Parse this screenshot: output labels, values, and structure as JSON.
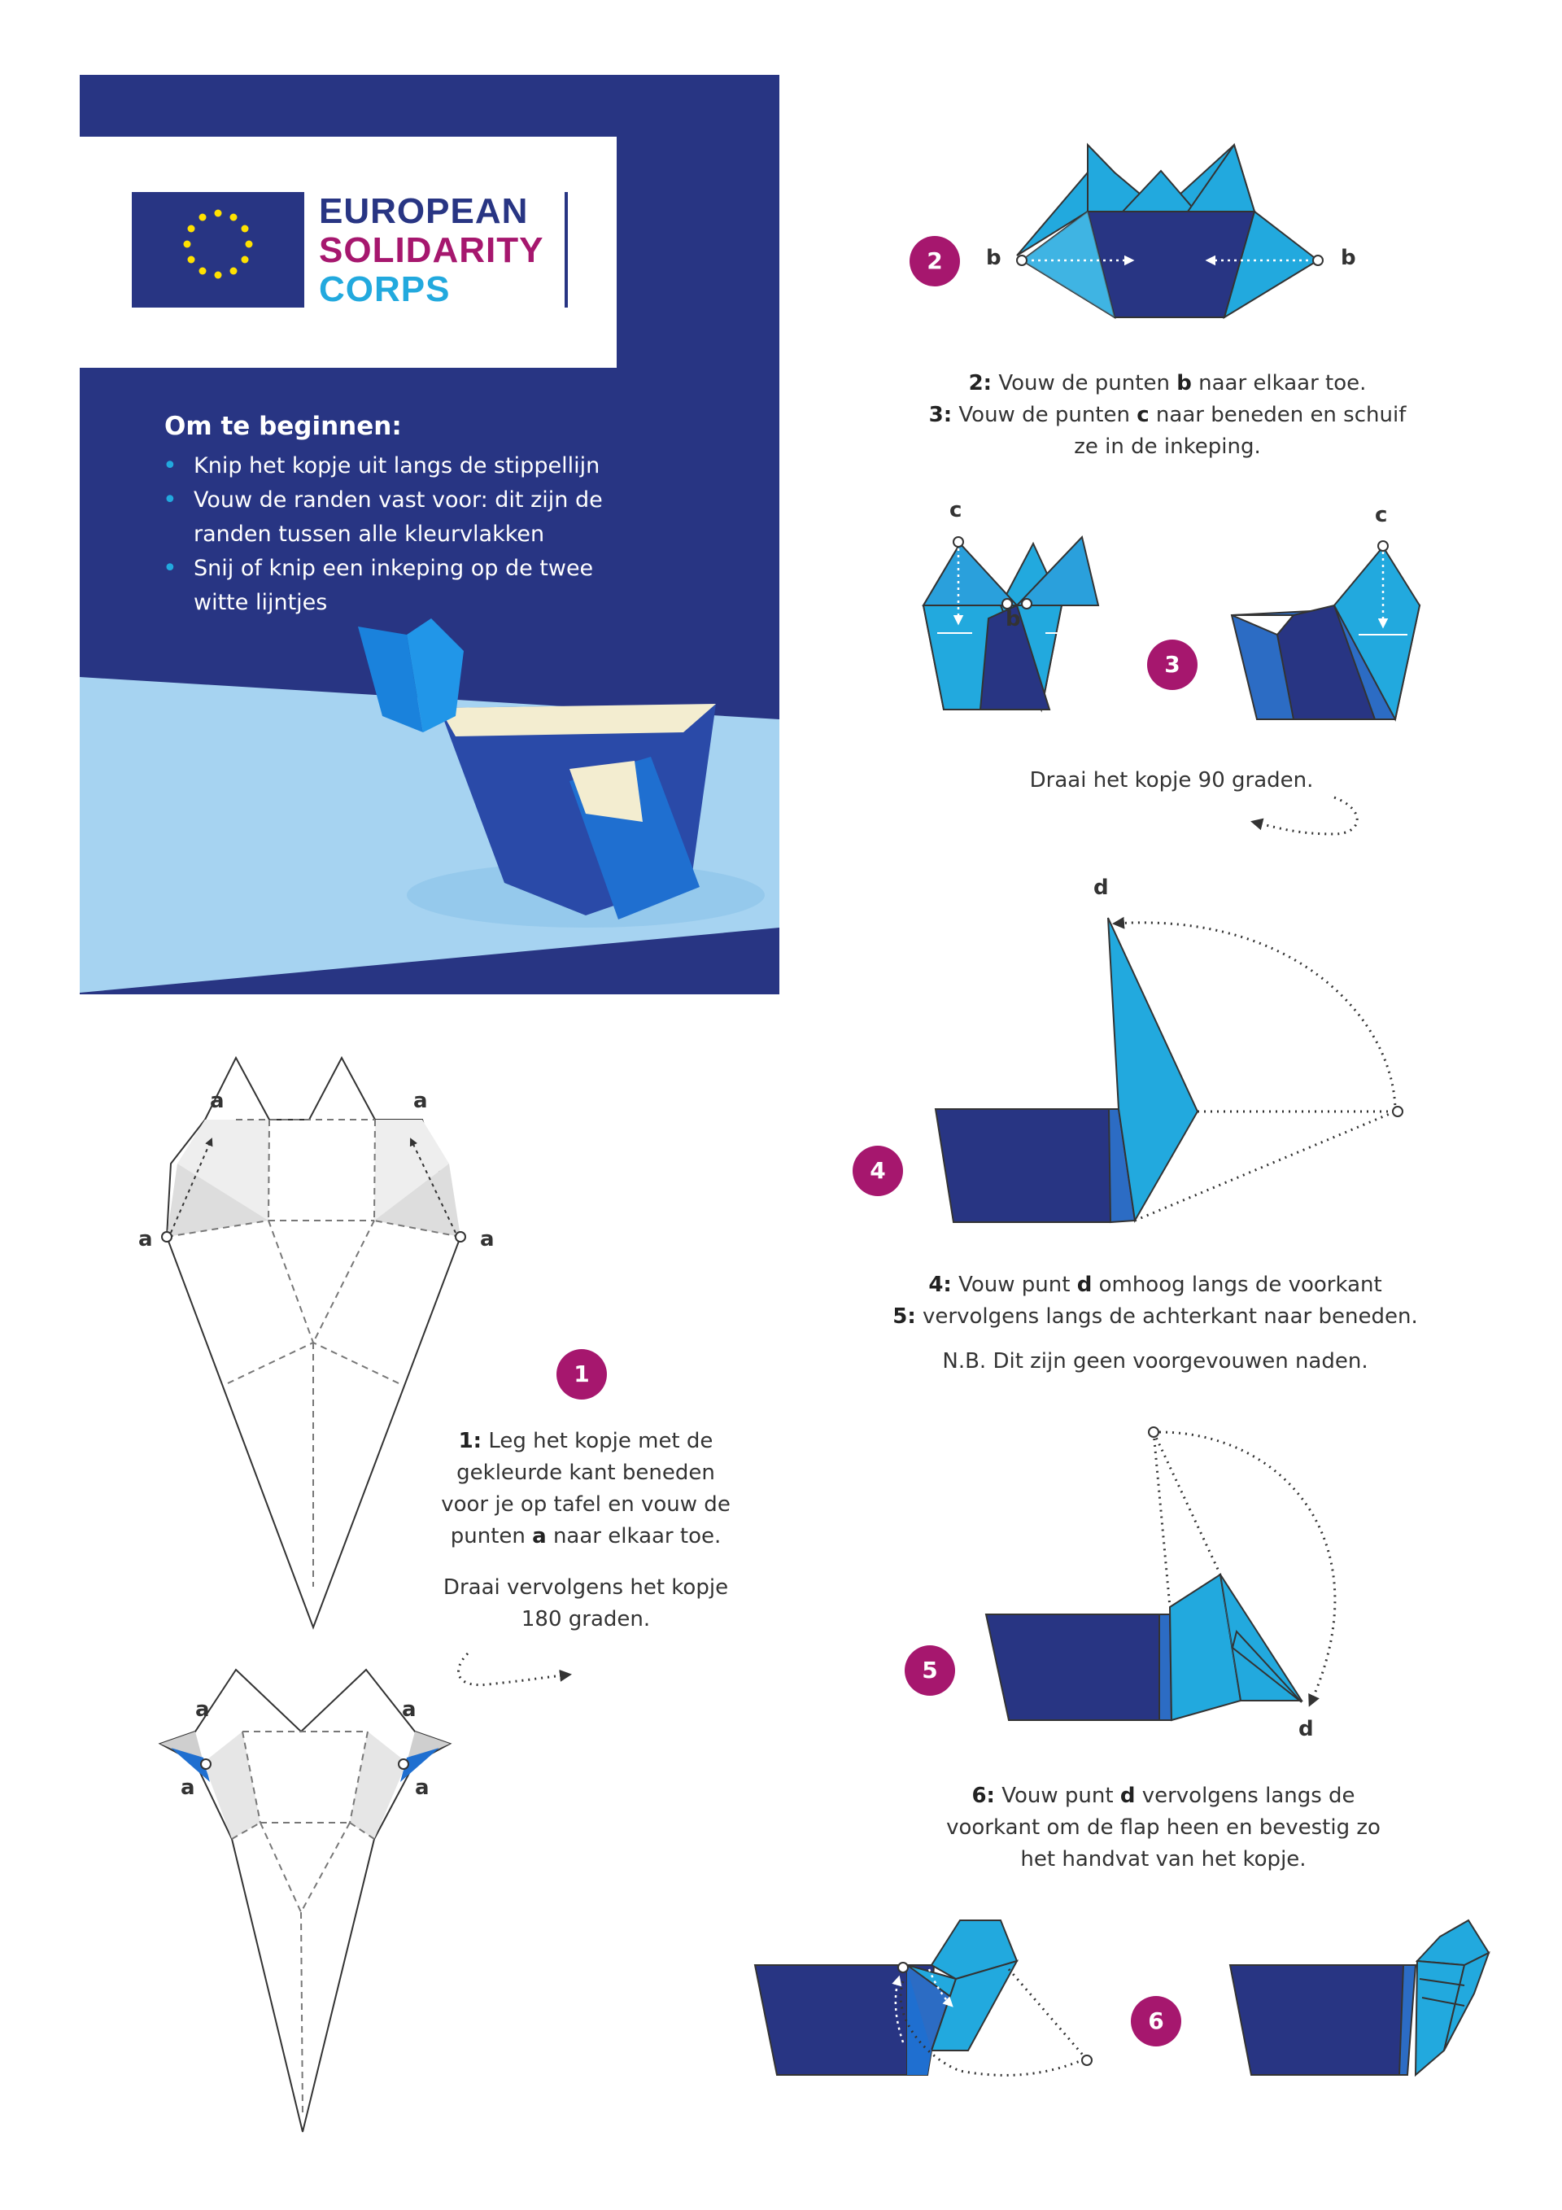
{
  "logo": {
    "line1": "EUROPEAN",
    "line2": "SOLIDARITY",
    "line3": "CORPS"
  },
  "colors": {
    "navy": "#283583",
    "purple": "#a6176e",
    "cyan": "#22a9de",
    "light_blue": "#a6d3f1",
    "dark_blue": "#293a8f"
  },
  "intro": {
    "title": "Om te beginnen:",
    "items": [
      "Knip het kopje uit langs de stippellijn",
      "Vouw de randen vast voor: dit zijn de randen tussen alle kleurvlakken",
      "Snij of knip een inkeping op de twee witte lijntjes"
    ]
  },
  "steps": {
    "s1": {
      "badge": "1",
      "num": "1:",
      "text_a": "Leg het kopje met de gekleurde kant beneden voor je op tafel en vouw de punten",
      "bold": "a",
      "text_b": "naar elkaar toe.",
      "rotate": "Draai vervolgens het kopje 180 graden."
    },
    "s2": {
      "badge": "2",
      "num": "2:",
      "text_a": "Vouw de punten",
      "bold": "b",
      "text_b": "naar elkaar toe."
    },
    "s3": {
      "badge": "3",
      "num": "3:",
      "text_a": "Vouw de punten",
      "bold": "c",
      "text_b": "naar beneden en schuif ze in de inkeping.",
      "rotate": "Draai het kopje 90 graden."
    },
    "s4": {
      "badge": "4",
      "num": "4:",
      "text_a": "Vouw punt",
      "bold": "d",
      "text_b": "omhoog langs de voorkant"
    },
    "s5": {
      "badge": "5",
      "num": "5:",
      "text": "vervolgens langs de achterkant naar beneden.",
      "note": "N.B. Dit zijn geen voorgevouwen naden."
    },
    "s6": {
      "badge": "6",
      "num": "6:",
      "text_a": "Vouw punt",
      "bold": "d",
      "text_b": "vervolgens langs de voorkant om de flap heen en bevestig zo het handvat van het kopje."
    }
  },
  "labels": {
    "a": "a",
    "b": "b",
    "c": "c",
    "d": "d"
  }
}
